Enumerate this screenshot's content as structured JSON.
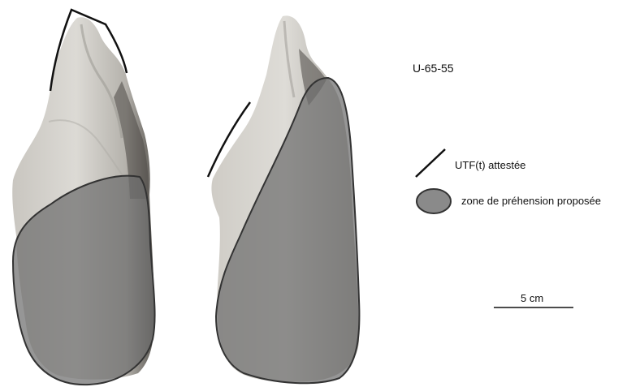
{
  "specimen_id": "U-65-55",
  "legend": {
    "utf": {
      "label": "UTF(t) attestée",
      "color": "#111111"
    },
    "grip_zone": {
      "label": "zone de préhension proposée",
      "fill": "#8a8a8a",
      "stroke": "#3a3a3a"
    }
  },
  "scale_bar": {
    "label": "5 cm"
  },
  "colors": {
    "stone_light": "#d8d6d1",
    "stone_mid": "#b9b6b0",
    "stone_dark": "#6f6c67",
    "background": "#ffffff"
  }
}
